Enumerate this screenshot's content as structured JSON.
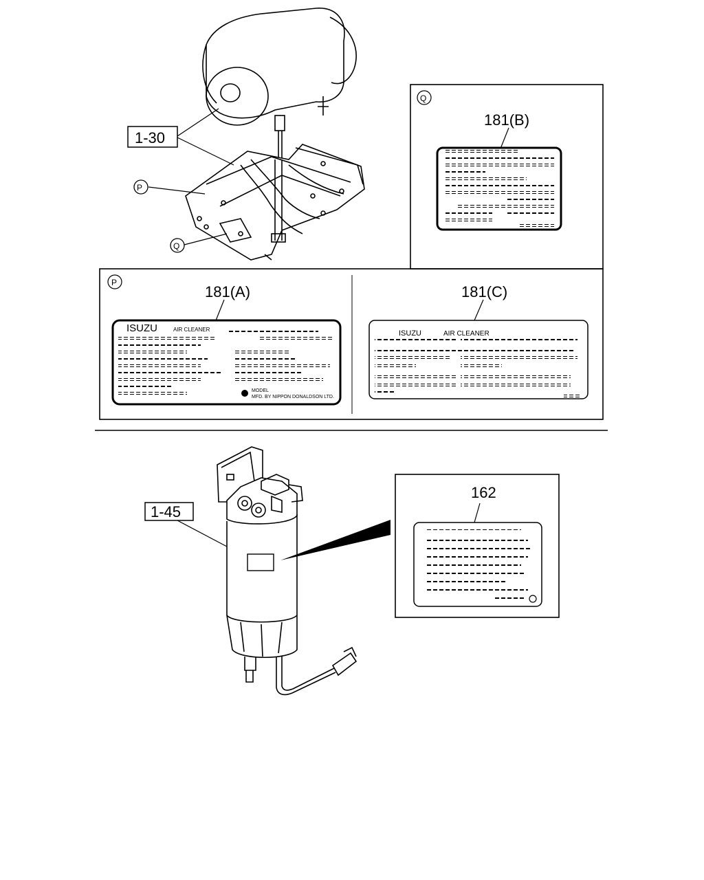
{
  "top_section": {
    "ref_1_30": "1-30",
    "callout_p": "P",
    "callout_q": "Q"
  },
  "panel_q": {
    "corner": "Q",
    "part_label": "181(B)"
  },
  "panel_p": {
    "corner": "P",
    "label_a": {
      "part_label": "181(A)",
      "brand": "ISUZU",
      "title": "AIR CLEANER",
      "model": "MODEL",
      "maker": "MFD. BY NIPPON DONALDSON LTD."
    },
    "label_c": {
      "part_label": "181(C)",
      "brand": "ISUZU",
      "title": "AIR CLEANER"
    }
  },
  "bottom_section": {
    "ref_1_45": "1-45",
    "panel_162": {
      "part_label": "162"
    }
  }
}
